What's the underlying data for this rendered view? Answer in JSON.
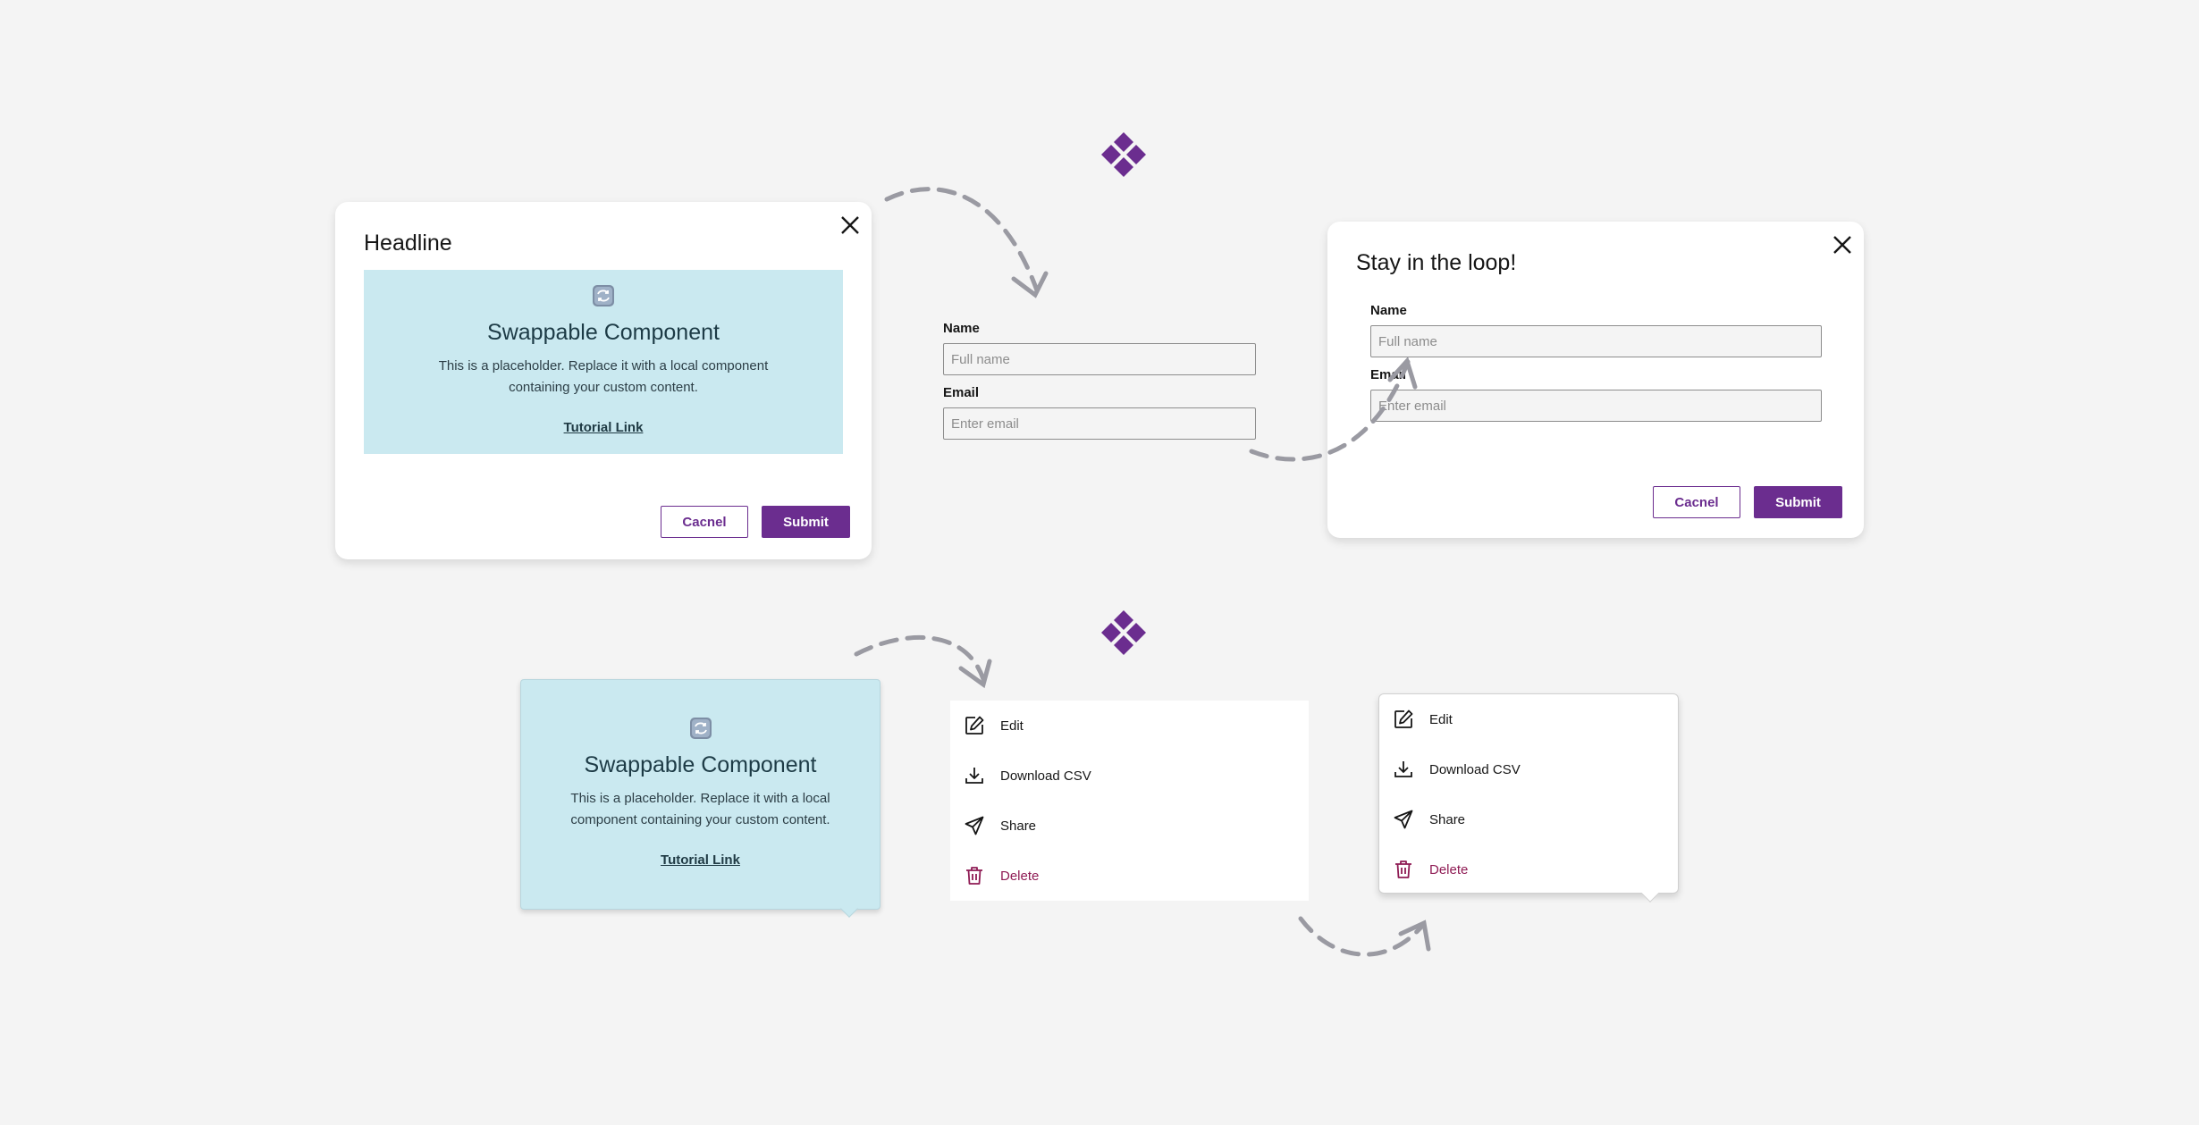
{
  "dialog_template": {
    "title": "Headline",
    "swap": {
      "title": "Swappable Component",
      "description": "This is a placeholder. Replace it with a local component containing your custom content.",
      "link": "Tutorial Link"
    },
    "cancel_label": "Cacnel",
    "submit_label": "Submit"
  },
  "form_component": {
    "name_label": "Name",
    "name_placeholder": "Full name",
    "email_label": "Email",
    "email_placeholder": "Enter email"
  },
  "dialog_result": {
    "title": "Stay in the loop!",
    "name_label": "Name",
    "name_placeholder": "Full name",
    "email_label": "Email",
    "email_placeholder": "Enter email",
    "cancel_label": "Cacnel",
    "submit_label": "Submit"
  },
  "popover_template": {
    "swap": {
      "title": "Swappable Component",
      "description": "This is a placeholder. Replace it with a local component containing your custom content.",
      "link": "Tutorial Link"
    }
  },
  "menu_component": {
    "items": [
      {
        "label": "Edit",
        "icon": "edit-icon"
      },
      {
        "label": "Download CSV",
        "icon": "download-icon"
      },
      {
        "label": "Share",
        "icon": "share-icon"
      },
      {
        "label": "Delete",
        "icon": "trash-icon"
      }
    ]
  },
  "menu_result": {
    "items": [
      {
        "label": "Edit",
        "icon": "edit-icon"
      },
      {
        "label": "Download CSV",
        "icon": "download-icon"
      },
      {
        "label": "Share",
        "icon": "share-icon"
      },
      {
        "label": "Delete",
        "icon": "trash-icon"
      }
    ]
  },
  "colors": {
    "background": "#f4f4f4",
    "brand_purple": "#6b2d8f",
    "placeholder_blue": "#cae9f0",
    "danger": "#8f1b54",
    "arrow_gray": "#9a9aa2"
  }
}
